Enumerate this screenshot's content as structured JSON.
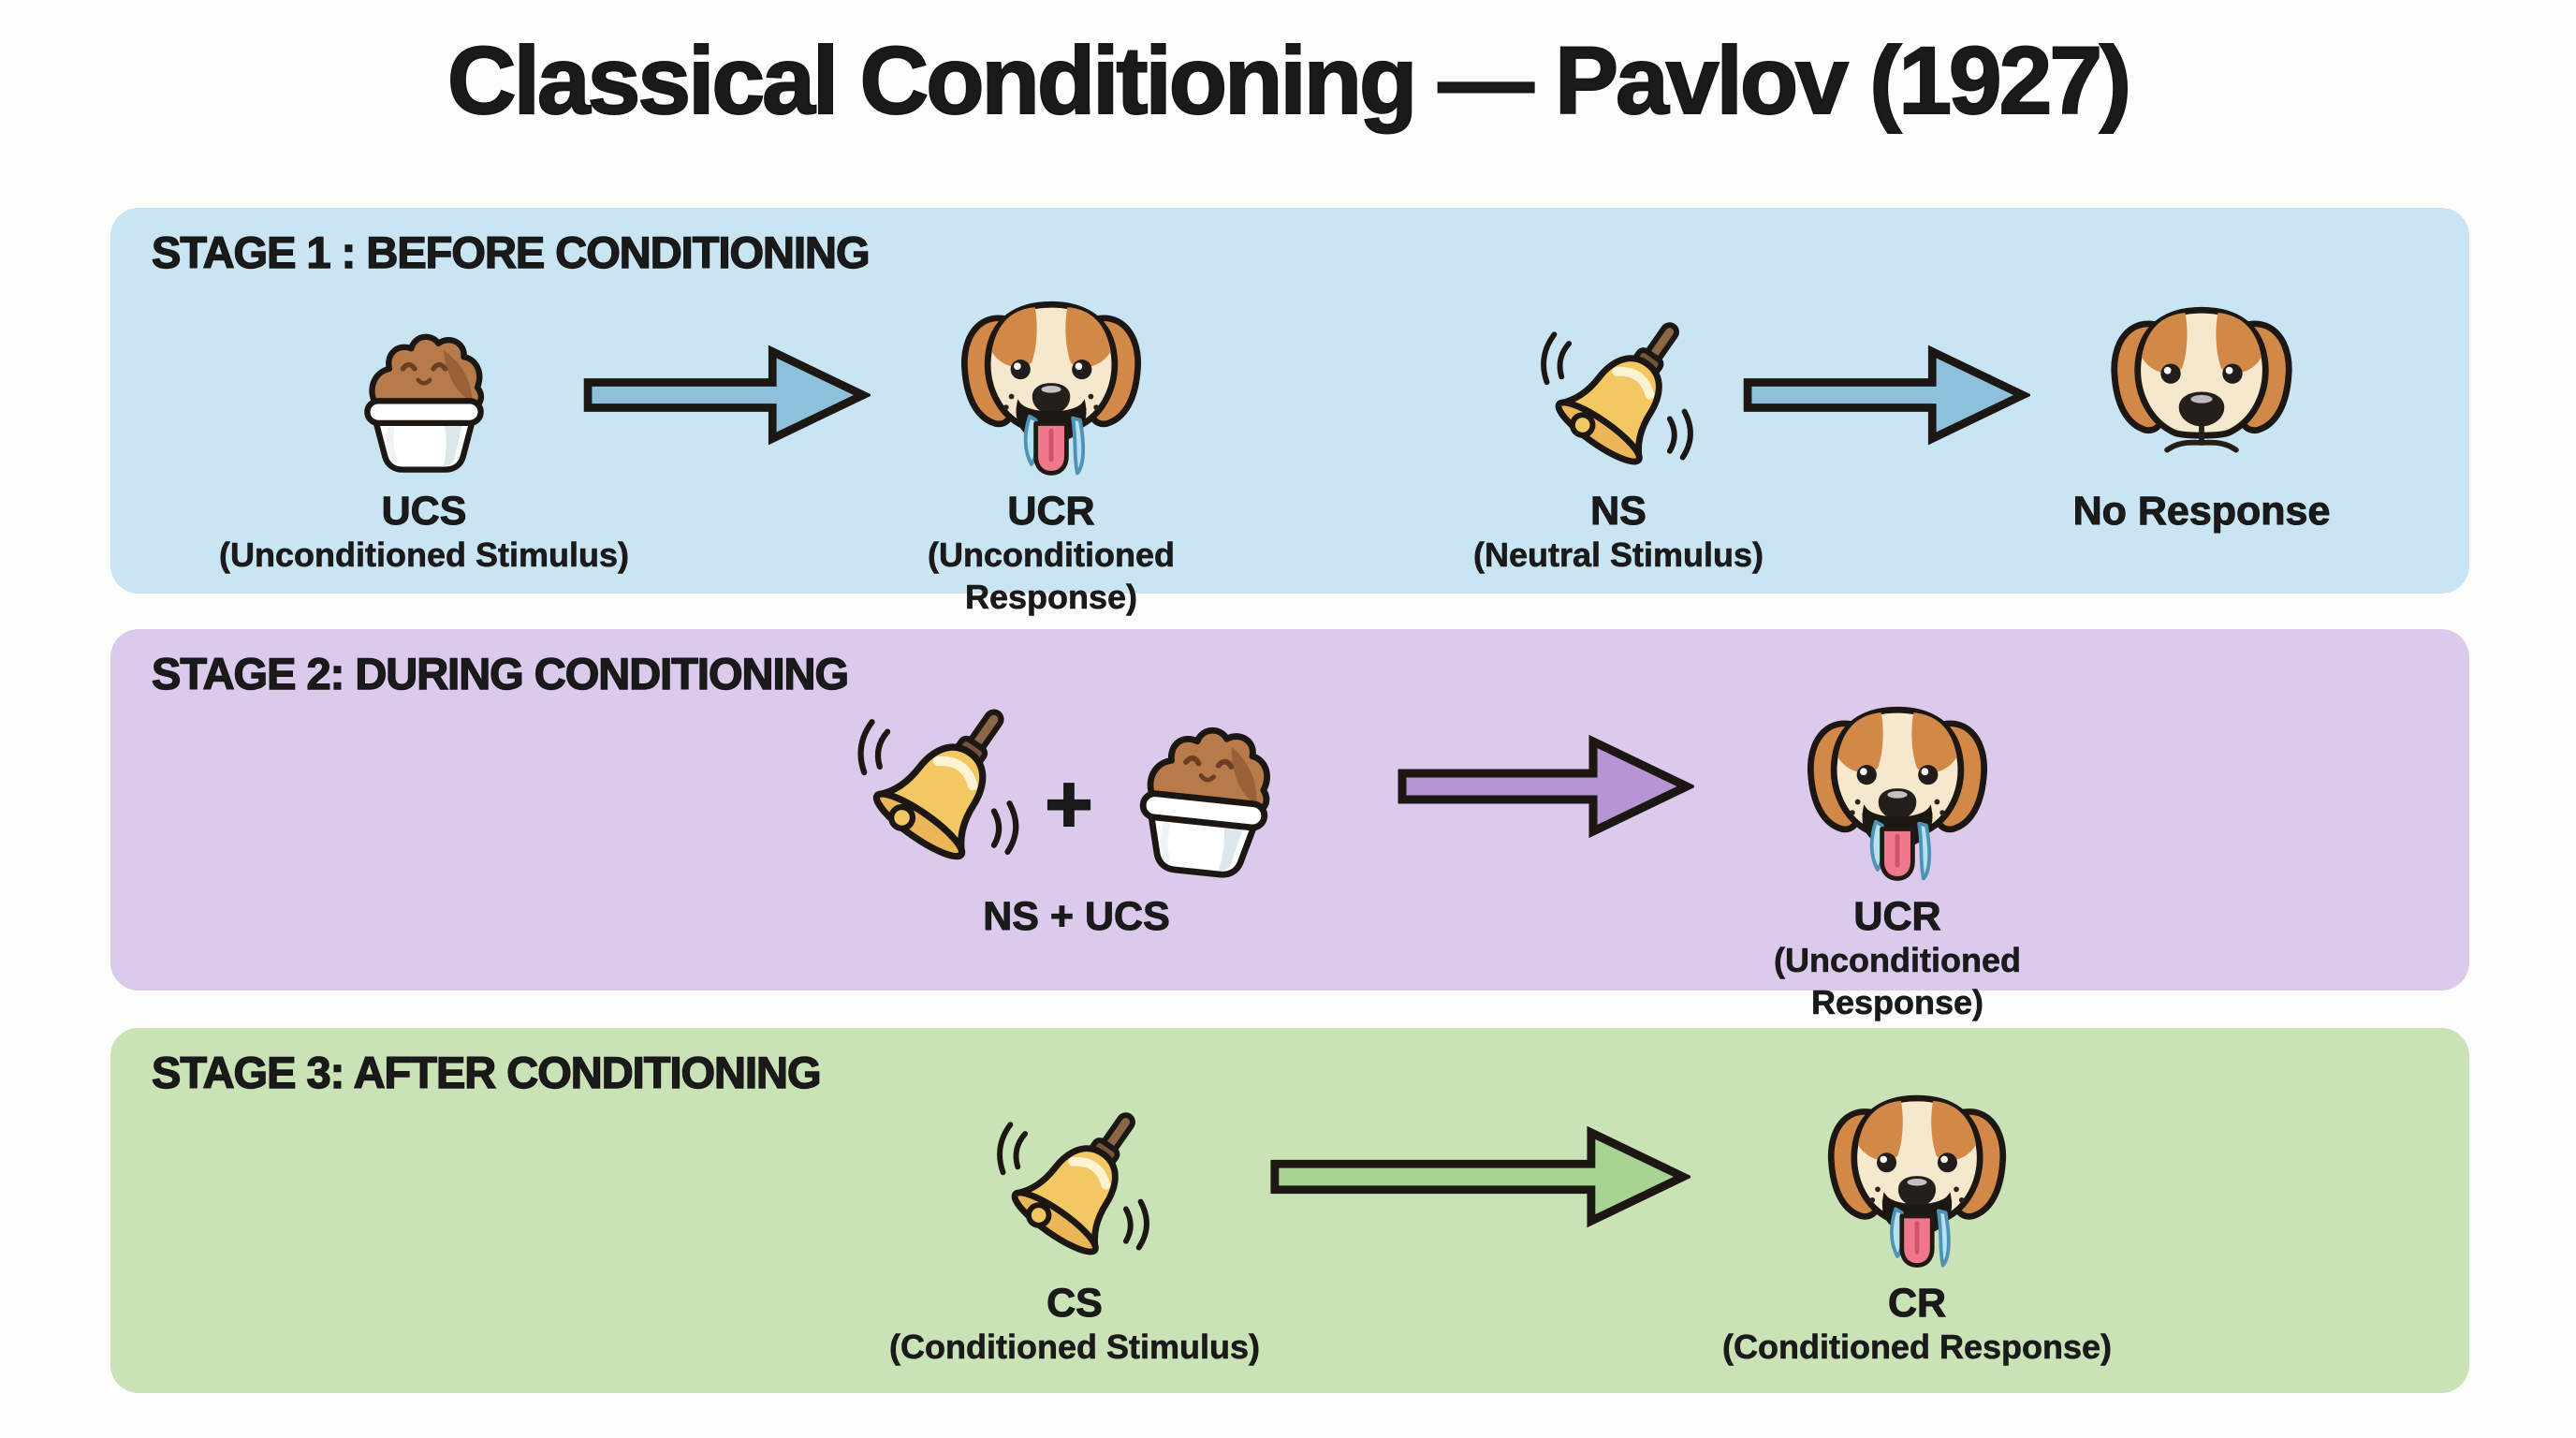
{
  "title": "Classical Conditioning — Pavlov (1927)",
  "colors": {
    "page_bg": "#fdfdfc",
    "text": "#1a1a1a",
    "stage1_bg": "#c9e4f3",
    "stage2_bg": "#dccaec",
    "stage3_bg": "#c9e2b6",
    "arrow_blue": "#8dc1db",
    "arrow_purple": "#b794d4",
    "arrow_green": "#a7d393",
    "bell_gold": "#f3c761",
    "bell_rim": "#eab657",
    "bell_handle": "#8a6747",
    "bell_collar": "#74543a",
    "food_brown": "#b77a4b",
    "food_shade": "#9a6137",
    "bowl_white": "#ffffff",
    "bowl_shade": "#dce7ec",
    "dog_patch": "#d28948",
    "dog_face": "#f6e8cc",
    "tongue_pink": "#f0788a",
    "drool_blue": "#b5e2f2",
    "outline": "#1c1713"
  },
  "icons": [
    "food-bowl-icon",
    "bell-icon",
    "dog-salivating-icon",
    "dog-neutral-icon",
    "arrow-right-icon",
    "plus-icon"
  ],
  "stage1": {
    "header": "STAGE 1 : BEFORE CONDITIONING",
    "pair1": {
      "stim_label": "UCS",
      "stim_sublabel": "(Unconditioned Stimulus)",
      "resp_label": "UCR",
      "resp_sublabel": "(Unconditioned Response)"
    },
    "pair2": {
      "stim_label": "NS",
      "stim_sublabel": "(Neutral Stimulus)",
      "resp_label": "No Response"
    }
  },
  "stage2": {
    "header": "STAGE 2: DURING CONDITIONING",
    "plus": "+",
    "compound_label": "NS + UCS",
    "resp_label": "UCR",
    "resp_sublabel": "(Unconditioned Response)"
  },
  "stage3": {
    "header": "STAGE 3: AFTER CONDITIONING",
    "stim_label": "CS",
    "stim_sublabel": "(Conditioned Stimulus)",
    "resp_label": "CR",
    "resp_sublabel": "(Conditioned Response)"
  }
}
